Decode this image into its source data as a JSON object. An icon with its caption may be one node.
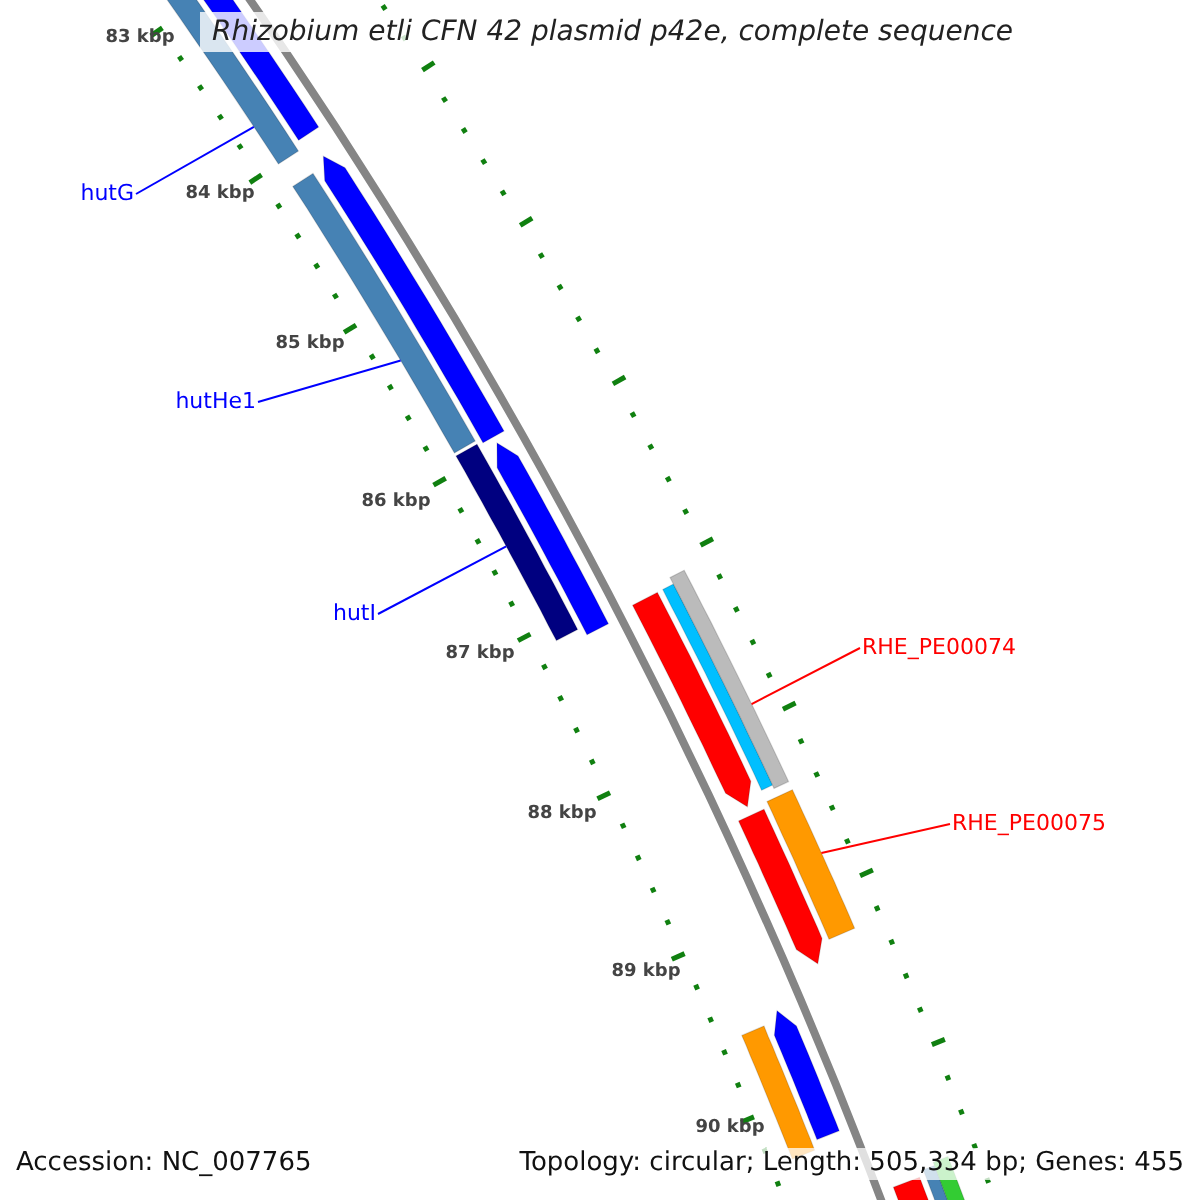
{
  "diagram": {
    "title": "Rhizobium etli CFN 42 plasmid p42e, complete sequence",
    "nodes": [
      {
        "text": [
          "hutG"
        ]
      },
      {
        "text": [
          "hutHe1"
        ]
      },
      {
        "text": [
          "hutI"
        ]
      },
      {
        "text": [
          "RHE_PE00074"
        ]
      },
      {
        "text": [
          "RHE_PE00075"
        ]
      },
      {
        "text": [],
        "shape": "bar"
      },
      {
        "text": [],
        "shape": "bar"
      },
      {
        "text": [],
        "shape": "bar"
      },
      {
        "text": [],
        "shape": "bar"
      },
      {
        "text": [],
        "shape": "bar"
      }
    ],
    "edges": [
      {
        "from": 0,
        "to": 5,
        "arrow": "none"
      },
      {
        "from": 1,
        "to": 6,
        "arrow": "none"
      },
      {
        "from": 2,
        "to": 7,
        "arrow": "none"
      },
      {
        "from": 3,
        "to": 8,
        "arrow": "none",
        "color": "#ff0000"
      },
      {
        "from": 4,
        "to": 9,
        "arrow": "none",
        "color": "#ff0000"
      }
    ],
    "labels": [
      "83 kbp",
      "84 kbp",
      "85 kbp",
      "86 kbp",
      "87 kbp",
      "88 kbp",
      "89 kbp",
      "90 kbp",
      "Accession: NC_007765",
      "Topology: circular; Length: 505,334 bp; Genes: 455"
    ]
  }
}
